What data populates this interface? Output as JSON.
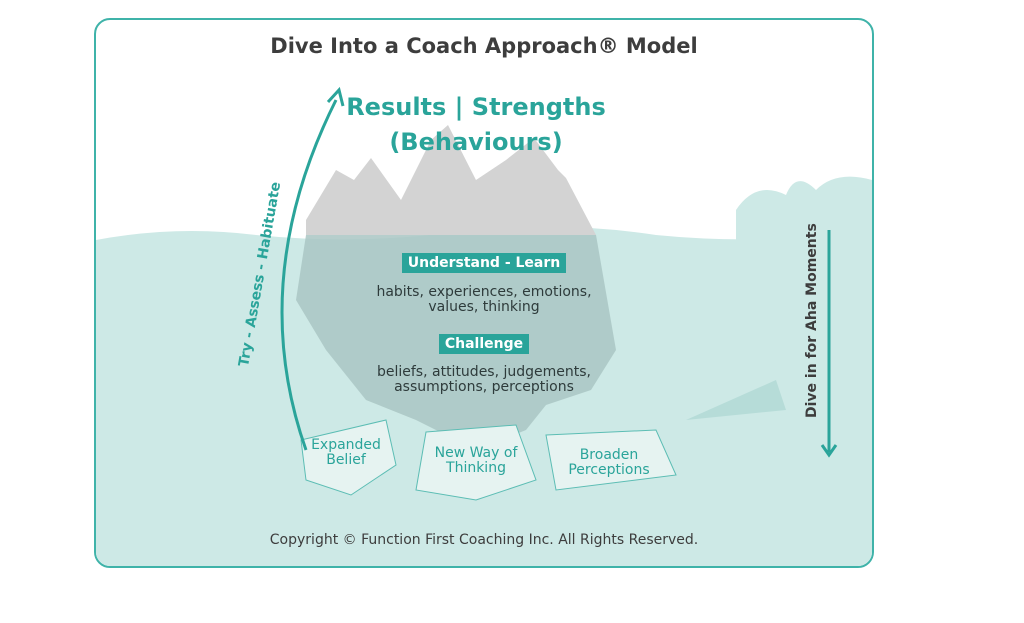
{
  "title": "Dive Into a Coach Approach® Model",
  "top": {
    "line1": "Results | Strengths",
    "line2": "(Behaviours)"
  },
  "understand": {
    "label": "Understand - Learn",
    "text1": "habits, experiences, emotions,",
    "text2": "values, thinking"
  },
  "challenge": {
    "label": "Challenge",
    "text1": "beliefs, attitudes, judgements,",
    "text2": "assumptions, perceptions"
  },
  "chunks": [
    {
      "line1": "Expanded",
      "line2": "Belief"
    },
    {
      "line1": "New Way of",
      "line2": "Thinking"
    },
    {
      "line1": "Broaden",
      "line2": "Perceptions"
    }
  ],
  "left_arrow_label": "Try - Assess - Habituate",
  "right_arrow_label": "Dive in for Aha Moments",
  "copyright": "Copyright © Function First Coaching Inc. All Rights Reserved.",
  "colors": {
    "teal": "#2aa49a",
    "water": "#cde9e6",
    "ice": "#c9cccb"
  }
}
